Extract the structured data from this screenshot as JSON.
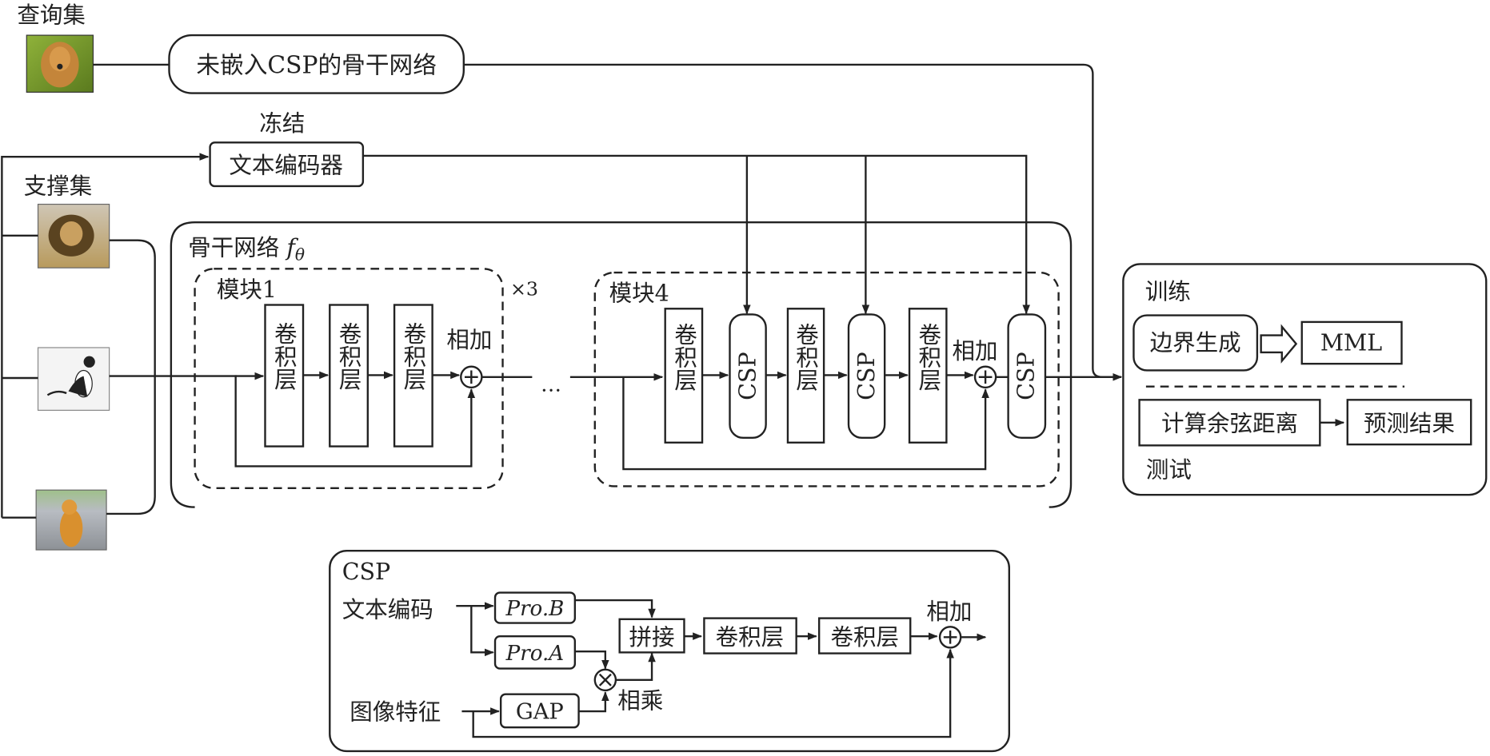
{
  "query_set": {
    "label": "查询集",
    "image": "golden-retriever-photo"
  },
  "support_set": {
    "label": "支撑集",
    "images": [
      "lion-photo",
      "cat-photo",
      "golden-retriever-road-photo"
    ]
  },
  "frozen_label": "冻结",
  "text_encoder": "文本编码器",
  "backbone_no_csp": "未嵌入CSP的骨干网络",
  "backbone": {
    "title": "骨干网络",
    "symbol": "f",
    "subscript": "θ",
    "module1": {
      "title": "模块1",
      "repeat": "×3",
      "layers": [
        "卷积层",
        "卷积层",
        "卷积层"
      ],
      "add_label": "相加"
    },
    "ellipsis": "…",
    "module4": {
      "title": "模块4",
      "conv": "卷积层",
      "csp": "CSP",
      "add_label": "相加"
    }
  },
  "right_panel": {
    "train_label": "训练",
    "boundary": "边界生成",
    "mml": "MML",
    "cosine": "计算余弦距离",
    "predict": "预测结果",
    "test_label": "测试"
  },
  "csp_panel": {
    "title": "CSP",
    "text_encoding": "文本编码",
    "image_feature": "图像特征",
    "pro_b": "Pro.B",
    "pro_a": "Pro.A",
    "gap": "GAP",
    "concat": "拼接",
    "conv1": "卷积层",
    "conv2": "卷积层",
    "multiply_label": "相乘",
    "add_label": "相加"
  }
}
